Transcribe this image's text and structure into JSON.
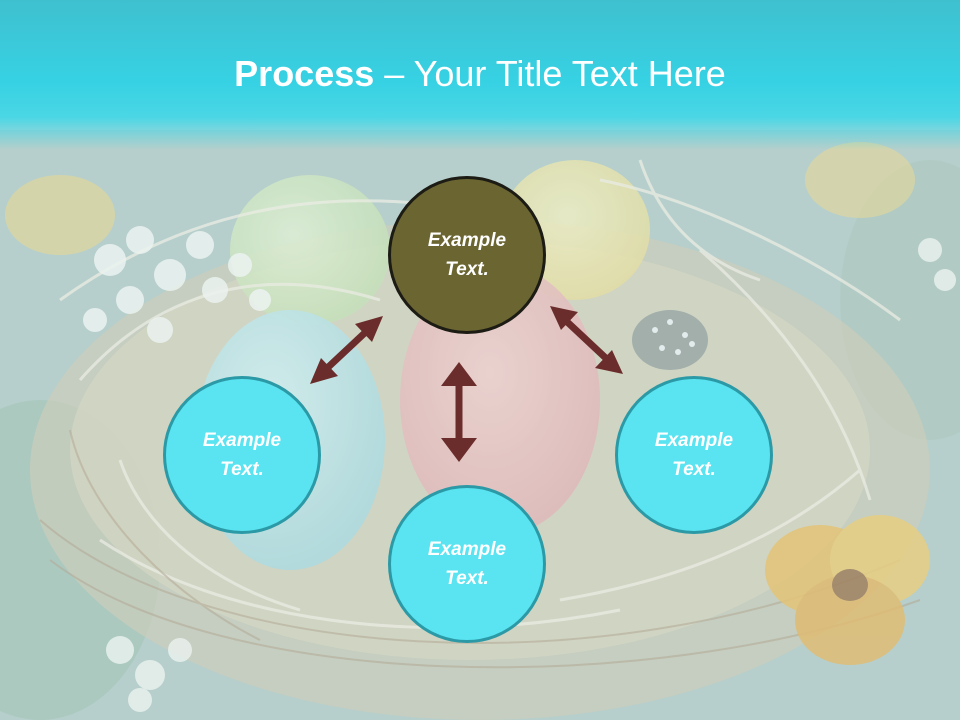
{
  "slide": {
    "title_bold": "Process",
    "title_rest": " – Your Title Text Here",
    "nodes": {
      "center": {
        "line1": "Example",
        "line2": "Text."
      },
      "left": {
        "line1": "Example",
        "line2": "Text."
      },
      "bottom": {
        "line1": "Example",
        "line2": "Text."
      },
      "right": {
        "line1": "Example",
        "line2": "Text."
      }
    }
  },
  "colors": {
    "title_band": "#36d2e4",
    "center_node": "#6b6532",
    "side_nodes": "#5ae3f0",
    "side_border": "#2b9aa6",
    "arrows": "#6b2d2b"
  },
  "icons": {
    "background": "easter-eggs-nest-photo",
    "arrows": "double-headed-arrow"
  }
}
